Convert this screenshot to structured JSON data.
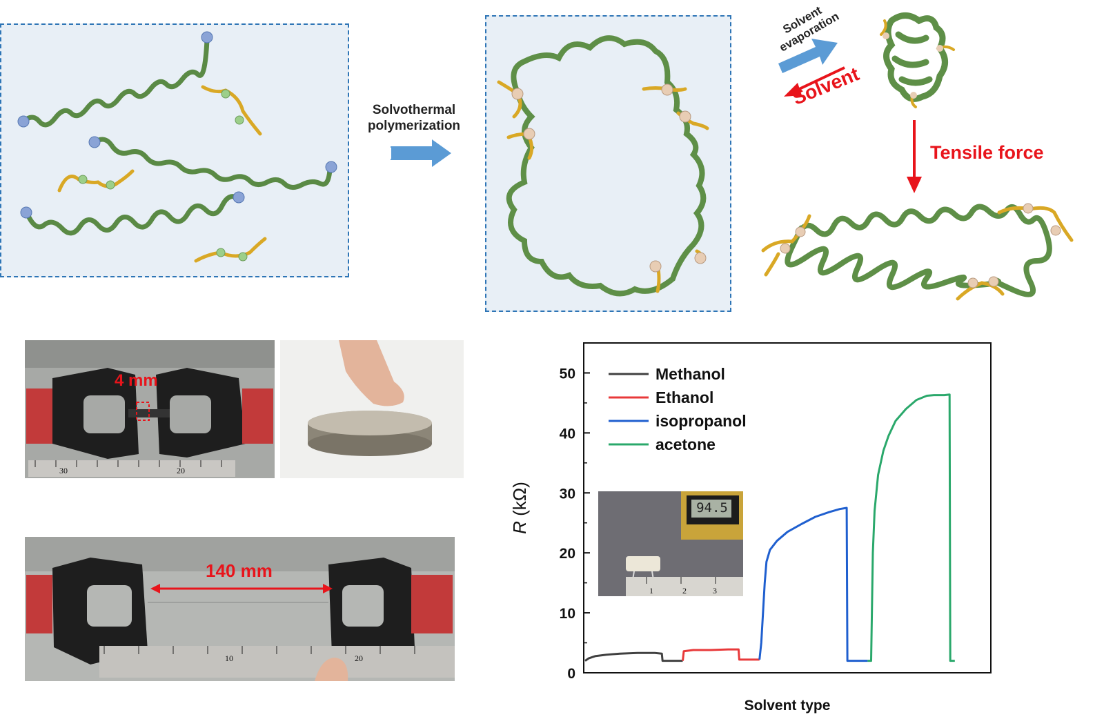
{
  "top": {
    "arrow1_label_line1": "Solvothermal",
    "arrow1_label_line2": "polymerization",
    "evap_label_line1": "Solvent",
    "evap_label_line2": "evaporation",
    "solvent_label": "Solvent",
    "tensile_label": "Tensile force"
  },
  "photos": {
    "gap_short": "4 mm",
    "gap_long": "140 mm",
    "multimeter_reading": "94.5"
  },
  "chart_data": {
    "type": "line",
    "xlabel": "Solvent type",
    "ylabel": "R (kΩ)",
    "ylabel_var": "R",
    "ylabel_unit": " (kΩ)",
    "ylim": [
      0,
      55
    ],
    "xlim": [
      0,
      100
    ],
    "yticks": [
      0,
      10,
      20,
      30,
      40,
      50
    ],
    "grid": false,
    "legend_position": "top-left",
    "series": [
      {
        "name": "Methanol",
        "color": "#404040",
        "points": [
          [
            0,
            2.0
          ],
          [
            1,
            2.4
          ],
          [
            3,
            2.8
          ],
          [
            6,
            3.0
          ],
          [
            10,
            3.2
          ],
          [
            15,
            3.3
          ],
          [
            20,
            3.3
          ],
          [
            22,
            3.2
          ],
          [
            22.2,
            2.0
          ],
          [
            25,
            2.0
          ],
          [
            28,
            2.0
          ]
        ]
      },
      {
        "name": "Ethanol",
        "color": "#e8393a",
        "points": [
          [
            28,
            2.0
          ],
          [
            28.3,
            3.6
          ],
          [
            31,
            3.8
          ],
          [
            36,
            3.8
          ],
          [
            41,
            3.9
          ],
          [
            44,
            3.9
          ],
          [
            44.2,
            2.2
          ],
          [
            47,
            2.2
          ],
          [
            50,
            2.2
          ]
        ]
      },
      {
        "name": "isopropanol",
        "color": "#1f5fcf",
        "points": [
          [
            50,
            2.2
          ],
          [
            50.5,
            5
          ],
          [
            51,
            10
          ],
          [
            51.5,
            15
          ],
          [
            52,
            18.5
          ],
          [
            53,
            20.5
          ],
          [
            55,
            22
          ],
          [
            58,
            23.5
          ],
          [
            62,
            24.8
          ],
          [
            66,
            26
          ],
          [
            70,
            26.8
          ],
          [
            73,
            27.3
          ],
          [
            75,
            27.5
          ],
          [
            75.2,
            2.0
          ],
          [
            78,
            2.0
          ],
          [
            81,
            2.0
          ]
        ]
      },
      {
        "name": "acetone",
        "color": "#2aa86b",
        "points": [
          [
            81,
            2.0
          ],
          [
            82,
            2.0
          ],
          [
            82.5,
            20
          ],
          [
            83,
            27
          ],
          [
            84,
            33
          ],
          [
            85.5,
            37
          ],
          [
            87,
            39.5
          ],
          [
            89,
            42
          ],
          [
            92,
            44
          ],
          [
            95,
            45.5
          ],
          [
            98,
            46.2
          ],
          [
            100,
            46.3
          ],
          [
            103,
            46.3
          ],
          [
            104.5,
            46.4
          ],
          [
            104.7,
            2.0
          ],
          [
            106,
            2.0
          ]
        ]
      }
    ]
  }
}
